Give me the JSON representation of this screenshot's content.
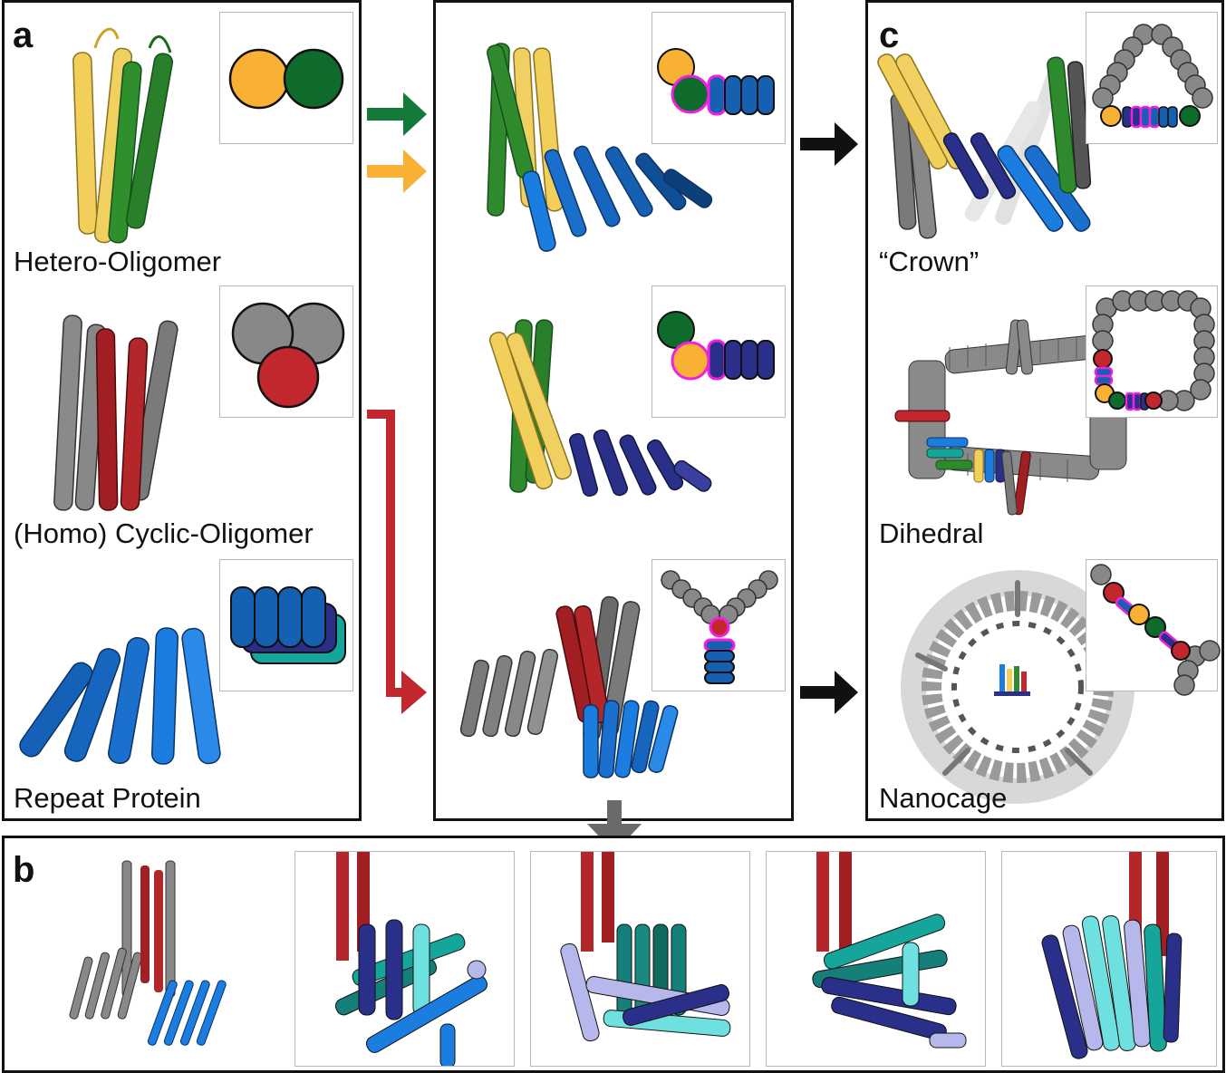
{
  "panels": {
    "a": {
      "letter": "a"
    },
    "b": {
      "letter": "b"
    },
    "c": {
      "letter": "c"
    }
  },
  "building_blocks": {
    "hetero_oligomer": "Hetero-Oligomer",
    "cyclic_oligomer": "(Homo) Cyclic-Oligomer",
    "repeat_protein": "Repeat Protein"
  },
  "assemblies": {
    "crown": "“Crown”",
    "dihedral": "Dihedral",
    "nanocage": "Nanocage"
  },
  "colors": {
    "yellow": "#f9d55a",
    "orange": "#f8b135",
    "green": "#2f8a2e",
    "dark_green": "#0f6b2c",
    "red": "#c1272d",
    "grey": "#8a8a8a",
    "blue": "#1c7de0",
    "mid_blue": "#1560b0",
    "navy": "#2a2f8a",
    "teal": "#16a59a",
    "cyan": "#6fe0e0",
    "lavender": "#b6b8ec",
    "magenta": "#f020e0"
  }
}
